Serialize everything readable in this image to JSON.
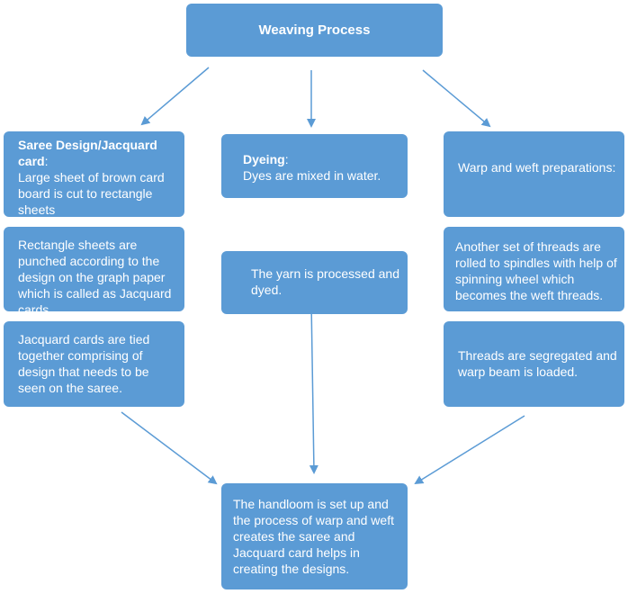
{
  "title": "Weaving Process",
  "left": {
    "box1_heading": "Saree Design/Jacquard card",
    "box1_colon": ":",
    "box1_text": "Large sheet of brown card board is cut to rectangle sheets",
    "box2_text": "Rectangle sheets are punched according to the design on the graph paper which is called as Jacquard cards.",
    "box3_text": "Jacquard cards are tied together comprising of design that needs to be seen on the saree."
  },
  "middle": {
    "box1_heading": "Dyeing",
    "box1_colon": ":",
    "box1_text": "Dyes are mixed in water.",
    "box2_text": "The yarn is processed and dyed."
  },
  "right": {
    "box1_text": "Warp and weft preparations:",
    "box2_text": "Another set of threads are rolled to spindles with help of spinning wheel which becomes the weft threads.",
    "box3_text": "Threads are segregated and warp beam is loaded."
  },
  "bottom": {
    "text": "The handloom is set up and the process of warp and weft creates the saree and Jacquard card helps in creating the designs."
  },
  "colors": {
    "box": "#5b9bd5",
    "arrow": "#5b9bd5",
    "text": "#ffffff"
  }
}
